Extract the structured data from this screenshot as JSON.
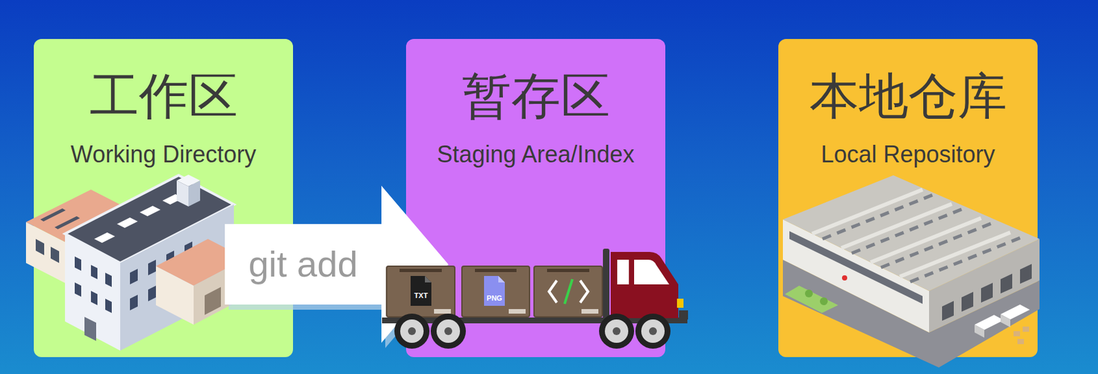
{
  "diagram": {
    "nodes": [
      {
        "text": [
          "工作区",
          "Working Directory"
        ]
      },
      {
        "text": [
          "暂存区",
          "Staging Area/Index"
        ]
      },
      {
        "text": [
          "本地仓库",
          "Local Repository"
        ]
      }
    ],
    "edges": [
      {
        "from": 0,
        "to": 1,
        "label": "git add",
        "arrow": "to"
      }
    ],
    "labels": [
      "TXT",
      "PNG"
    ]
  }
}
